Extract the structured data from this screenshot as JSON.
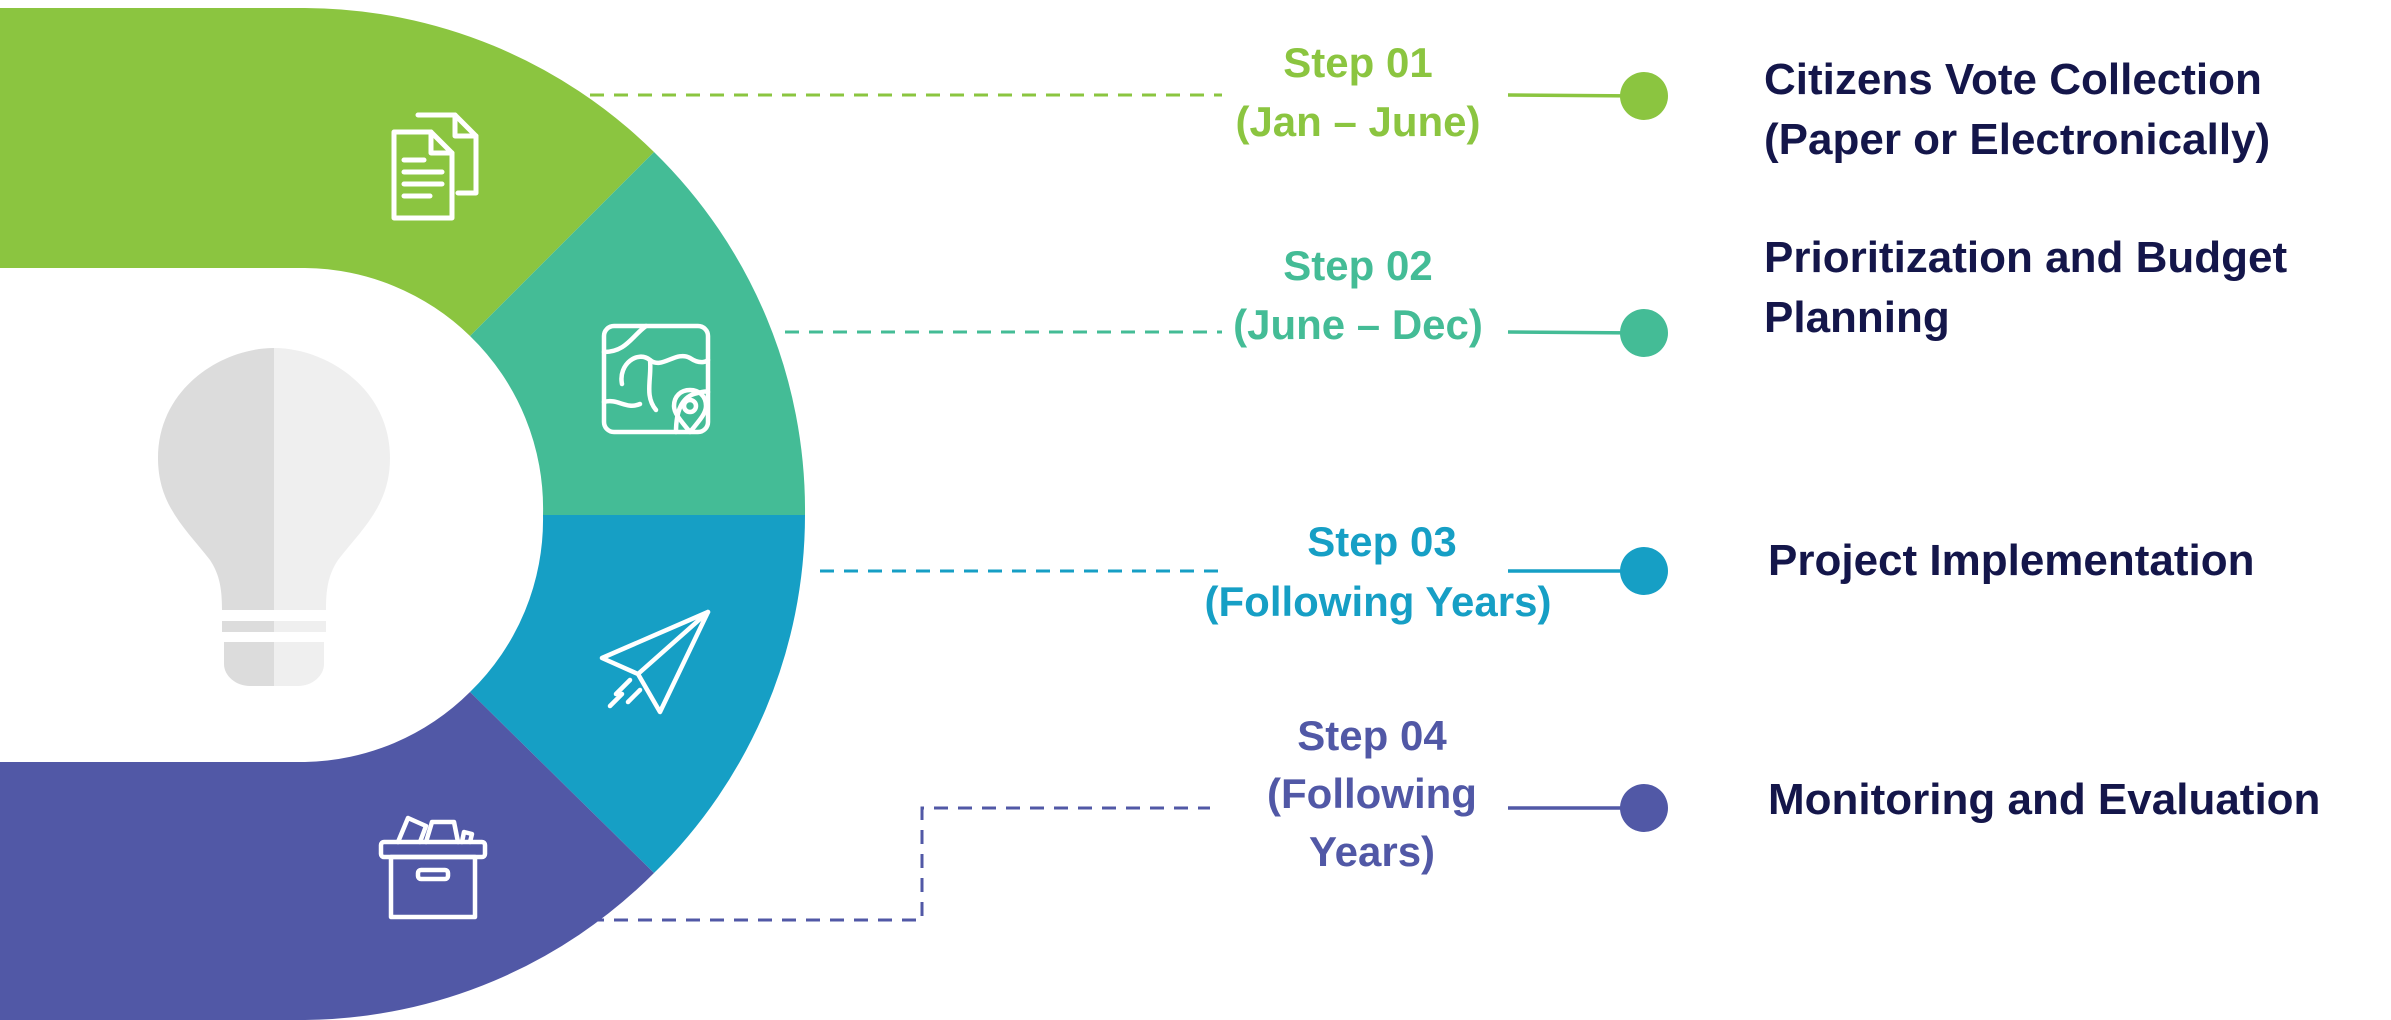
{
  "colors": {
    "green": "#8bc540",
    "teal": "#44bc96",
    "blue": "#169fc5",
    "indigo": "#5158a6",
    "dark_text": "#14164a",
    "bulb_dark": "#dcdcdc",
    "bulb_light": "#efefef"
  },
  "center_icon": "light-bulb-icon",
  "steps": [
    {
      "id": "01",
      "step_label": "Step 01",
      "period_label": "(Jan – June)",
      "title_lines": [
        "Citizens Vote Collection",
        "(Paper or Electronically)"
      ],
      "icon": "documents-icon",
      "color": "#8bc540"
    },
    {
      "id": "02",
      "step_label": "Step 02",
      "period_label": "(June – Dec)",
      "title_lines": [
        "Prioritization and Budget",
        "Planning"
      ],
      "icon": "map-location-icon",
      "color": "#44bc96"
    },
    {
      "id": "03",
      "step_label": "Step 03",
      "period_label": "(Following Years)",
      "title_lines": [
        "Project Implementation"
      ],
      "icon": "paper-plane-icon",
      "color": "#169fc5"
    },
    {
      "id": "04",
      "step_label": "Step 04",
      "period_lines": [
        "(Following",
        "Years)"
      ],
      "title_lines": [
        "Monitoring and Evaluation"
      ],
      "icon": "archive-box-icon",
      "color": "#5158a6"
    }
  ]
}
